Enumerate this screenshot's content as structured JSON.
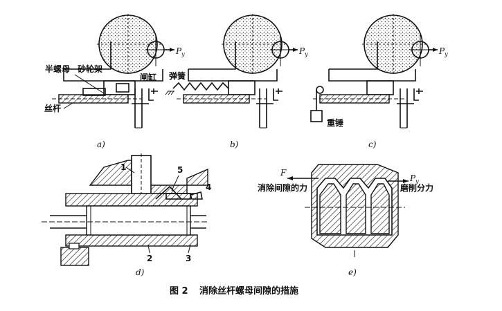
{
  "panel_a": {
    "label_half_nut": "半螺母",
    "label_wheel_frame": "砂轮架",
    "label_cylinder": "闸缸",
    "label_screw": "丝杆",
    "force": "P",
    "force_sub": "y",
    "sub_caption": "a)"
  },
  "panel_b": {
    "label_spring": "弹簧",
    "force": "P",
    "force_sub": "y",
    "sub_caption": "b)"
  },
  "panel_c": {
    "label_weight": "重锤",
    "force": "P",
    "force_sub": "y",
    "sub_caption": "c)"
  },
  "panel_d": {
    "part_1": "1",
    "part_2": "2",
    "part_3": "3",
    "part_4": "4",
    "part_5": "5",
    "sub_caption": "d)"
  },
  "panel_e": {
    "force_f": "F",
    "label_clearance": "消除间隙的力",
    "force_p": "P",
    "force_p_sub": "y",
    "label_grinding": "磨削分力",
    "sub_caption": "e)"
  },
  "figure": {
    "number": "图 2",
    "title": "消除丝杆螺母间隙的措施"
  }
}
